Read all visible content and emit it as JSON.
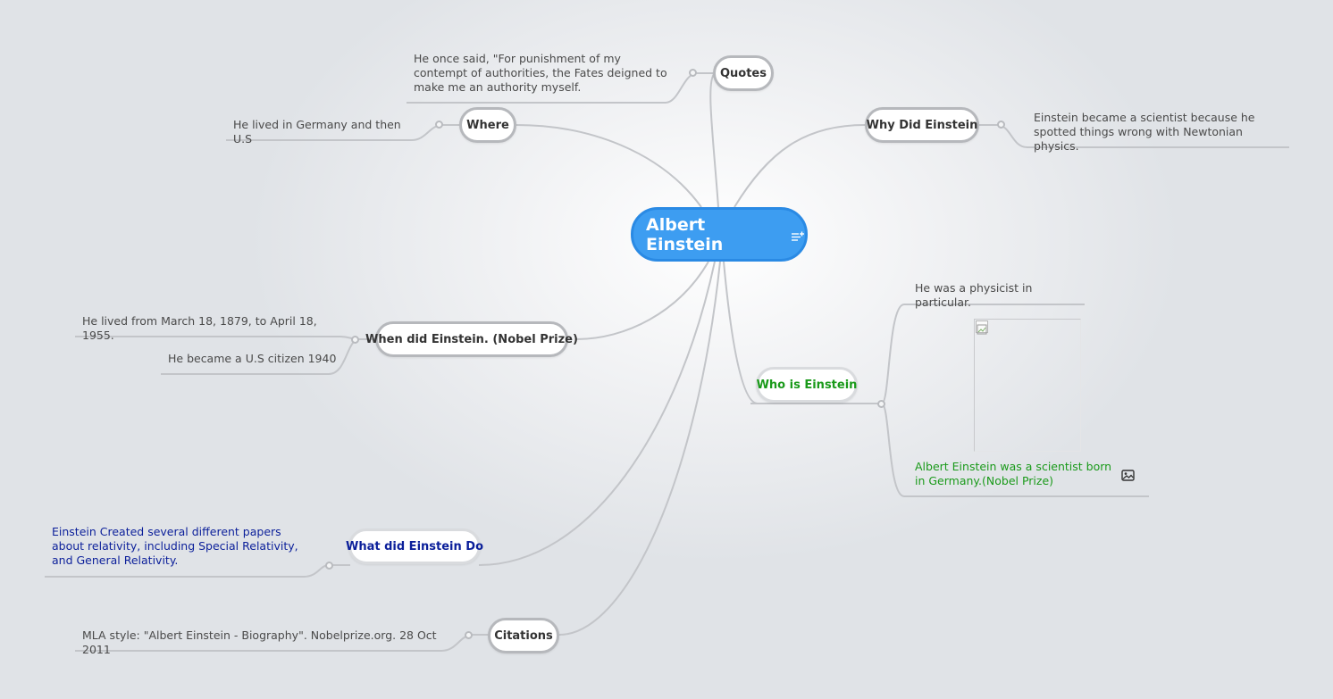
{
  "root": {
    "label": "Albert Einstein"
  },
  "topics": {
    "quotes": {
      "label": "Quotes",
      "note": "He once said, \"For punishment of my contempt of authorities, the Fates deigned to make me an authority myself."
    },
    "where": {
      "label": "Where",
      "note": "He lived in Germany and then U.S"
    },
    "why": {
      "label": "Why Did Einstein",
      "note": "Einstein became a scientist because he spotted things wrong with Newtonian physics."
    },
    "when": {
      "label": "When did Einstein. (Nobel Prize)",
      "note1": "He lived from March 18, 1879, to April 18, 1955.",
      "note2": "He became a U.S citizen 1940"
    },
    "who": {
      "label": "Who is Einstein",
      "note1": "He was a physicist in particular.",
      "note2": "Albert Einstein was a scientist born in Germany.(Nobel Prize)"
    },
    "what": {
      "label": "What did Einstein Do",
      "note": "Einstein Created several different papers about relativity, including Special Relativity, and General Relativity."
    },
    "citations": {
      "label": "Citations",
      "note": "MLA style: \"Albert Einstein - Biography\". Nobelprize.org. 28 Oct 2011"
    }
  },
  "colors": {
    "root_fill": "#3d9df1",
    "link": "#c3c5c9",
    "who_text": "#1a9a1a",
    "what_text": "#0b1f9a",
    "default_text": "#333333"
  },
  "icons": {
    "root": "notes-icon",
    "image": "image-icon",
    "broken_image": "broken-image-icon"
  }
}
